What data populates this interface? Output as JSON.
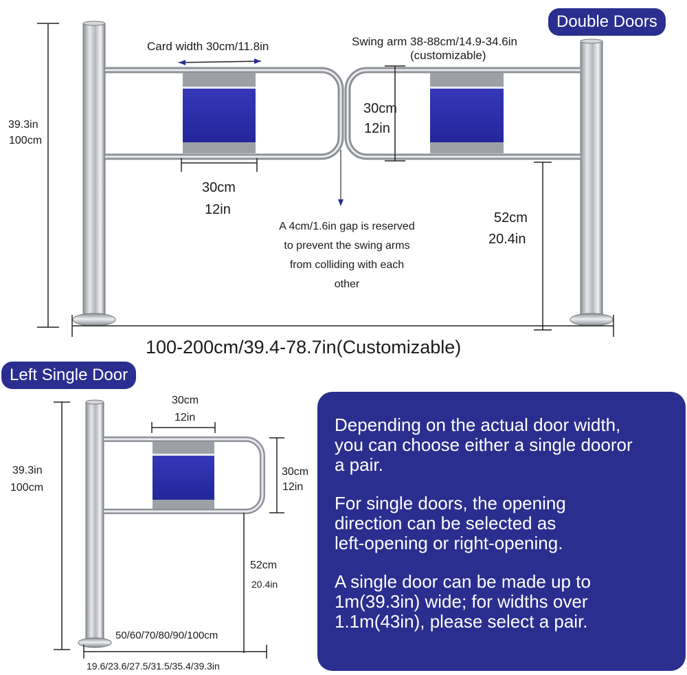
{
  "double_doors": {
    "badge": "Double Doors",
    "card_width_label": "Card width 30cm/11.8in",
    "swing_arm_label": "Swing arm 38-88cm/14.9-34.6in",
    "swing_arm_note": "(customizable)",
    "height_in": "39.3in",
    "height_cm": "100cm",
    "panel_height_cm": "30cm",
    "panel_height_in": "12in",
    "panel_width_cm": "30cm",
    "panel_width_in": "12in",
    "gap_note_lines": [
      "A 4cm/1.6in gap is reserved",
      "to prevent the swing arms",
      "from colliding with each",
      "other"
    ],
    "bottom_height_cm": "52cm",
    "bottom_height_in": "20.4in",
    "total_width": "100-200cm/39.4-78.7in(Customizable)"
  },
  "single_door": {
    "badge": "Left Single Door",
    "panel_width_cm": "30cm",
    "panel_width_in": "12in",
    "height_in": "39.3in",
    "height_cm": "100cm",
    "panel_height_cm": "30cm",
    "panel_height_in": "12in",
    "bottom_height_cm": "52cm",
    "bottom_height_in": "20.4in",
    "widths_cm": "50/60/70/80/90/100cm",
    "widths_in": "19.6/23.6/27.5/31.5/35.4/39.3in"
  },
  "info_box": {
    "paragraphs": [
      "Depending on the actual door width,\nyou can choose either a single dooror\na pair.",
      "For single doors, the opening\ndirection can be selected as\nleft-opening or right-opening.",
      "A single door can be made up to\n1m(39.3in) wide; for widths over\n1.1m(43in), please select a pair."
    ]
  },
  "colors": {
    "accent_navy": "#2a2e8e",
    "panel_blue": "#2b2fa8",
    "steel": "#b9bcc2",
    "background": "#ffffff"
  }
}
